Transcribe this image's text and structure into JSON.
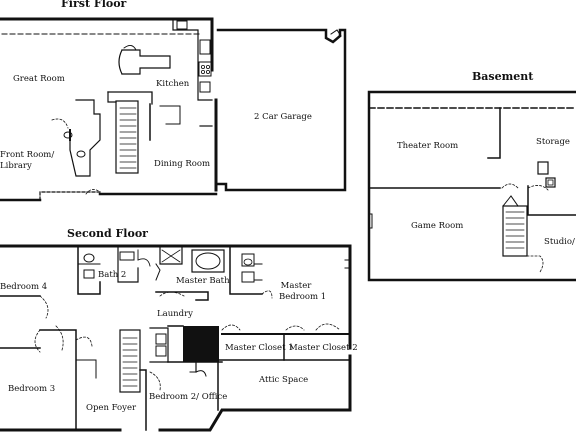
{
  "floors": {
    "first": {
      "title": "First Floor",
      "rooms": {
        "great_room": "Great Room",
        "kitchen": "Kitchen",
        "garage": "2 Car Garage",
        "front_room_1": "Front Room/",
        "front_room_2": "Library",
        "dining_room": "Dining Room"
      }
    },
    "second": {
      "title": "Second Floor",
      "rooms": {
        "bedroom4": "Bedroom 4",
        "bath2": "Bath 2",
        "master_bath": "Master Bath",
        "master_bedroom_1": "Master",
        "master_bedroom_2": "Bedroom 1",
        "laundry": "Laundry",
        "master_closet1": "Master Closet 1",
        "master_closet2": "Master Closet 2",
        "attic": "Attic Space",
        "bedroom3": "Bedroom 3",
        "open_foyer": "Open Foyer",
        "bedroom2": "Bedroom 2/ Office"
      }
    },
    "basement": {
      "title": "Basement",
      "rooms": {
        "theater": "Theater Room",
        "storage": "Storage",
        "game_room": "Game Room",
        "studio": "Studio/ C"
      }
    }
  }
}
